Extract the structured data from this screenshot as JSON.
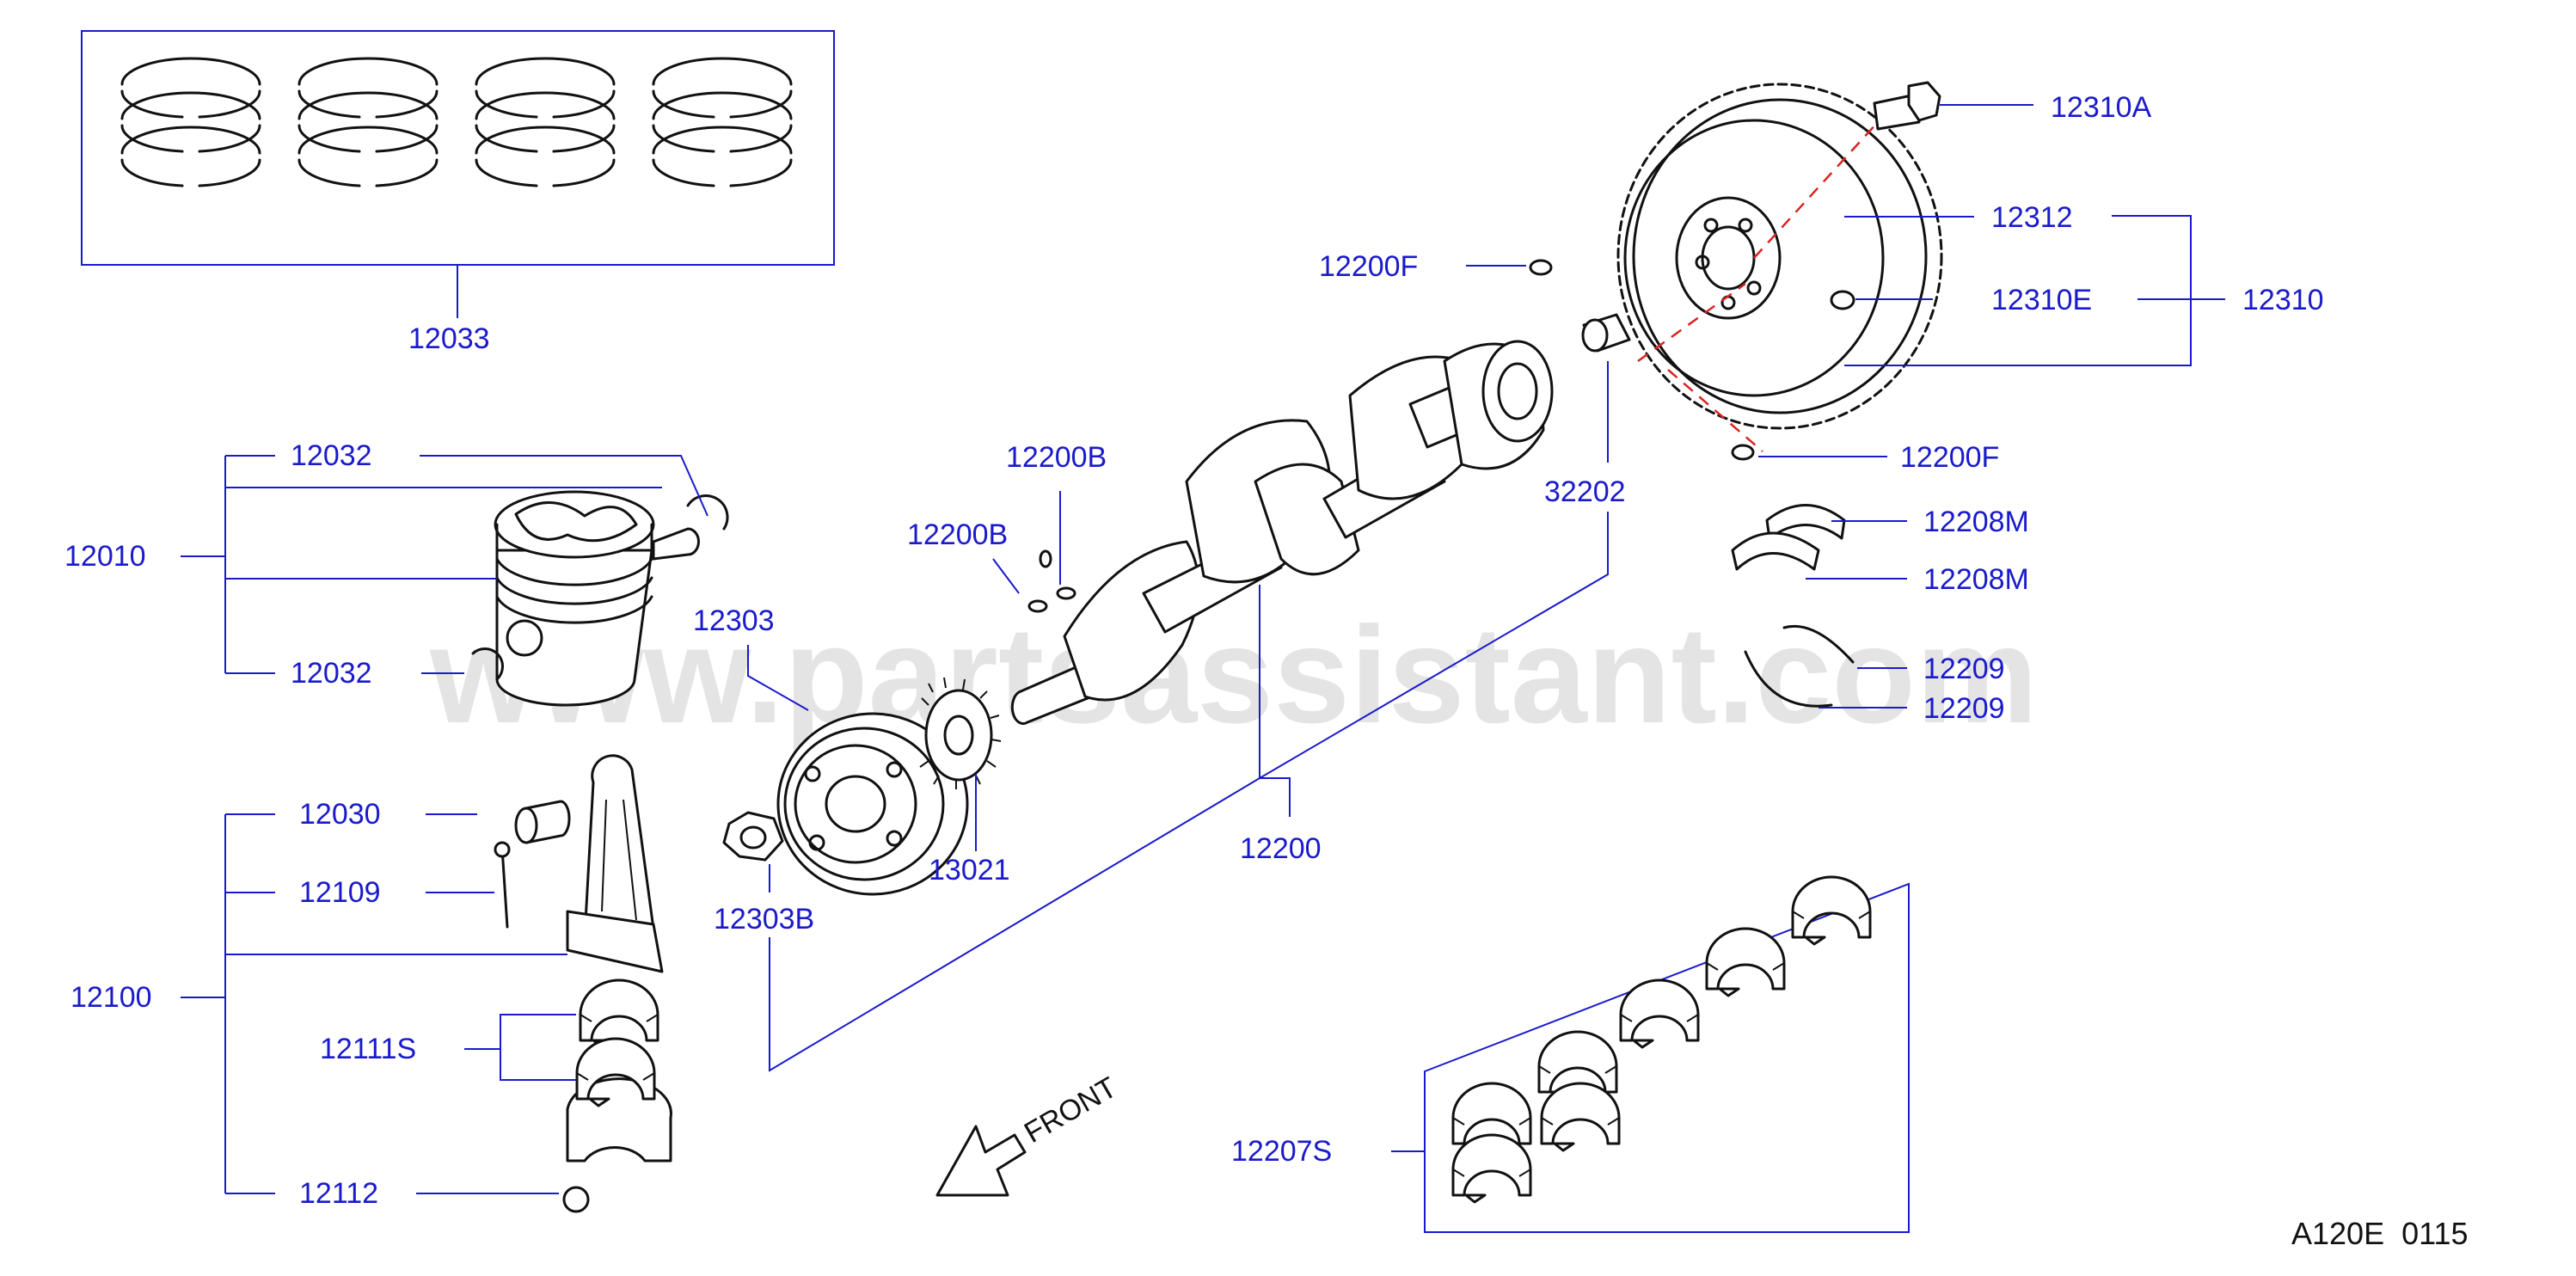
{
  "diagram": {
    "code": "A120E  0115",
    "watermark": "www.partsassistant.com",
    "front_label": "FRONT",
    "part_numbers": {
      "p12033": "12033",
      "p12032_top": "12032",
      "p12032_bottom": "12032",
      "p12010": "12010",
      "p12030": "12030",
      "p12109": "12109",
      "p12100": "12100",
      "p12111S": "12111S",
      "p12112": "12112",
      "p12303": "12303",
      "p12303B": "12303B",
      "p13021": "13021",
      "p12200B_upper": "12200B",
      "p12200B_lower": "12200B",
      "p12200": "12200",
      "p12200F_top": "12200F",
      "p12200F_bottom": "12200F",
      "p32202": "32202",
      "p12310A": "12310A",
      "p12312": "12312",
      "p12310E": "12310E",
      "p12310": "12310",
      "p12208M_upper": "12208M",
      "p12208M_lower": "12208M",
      "p12209_upper": "12209",
      "p12209_lower": "12209",
      "p12207S": "12207S"
    }
  }
}
